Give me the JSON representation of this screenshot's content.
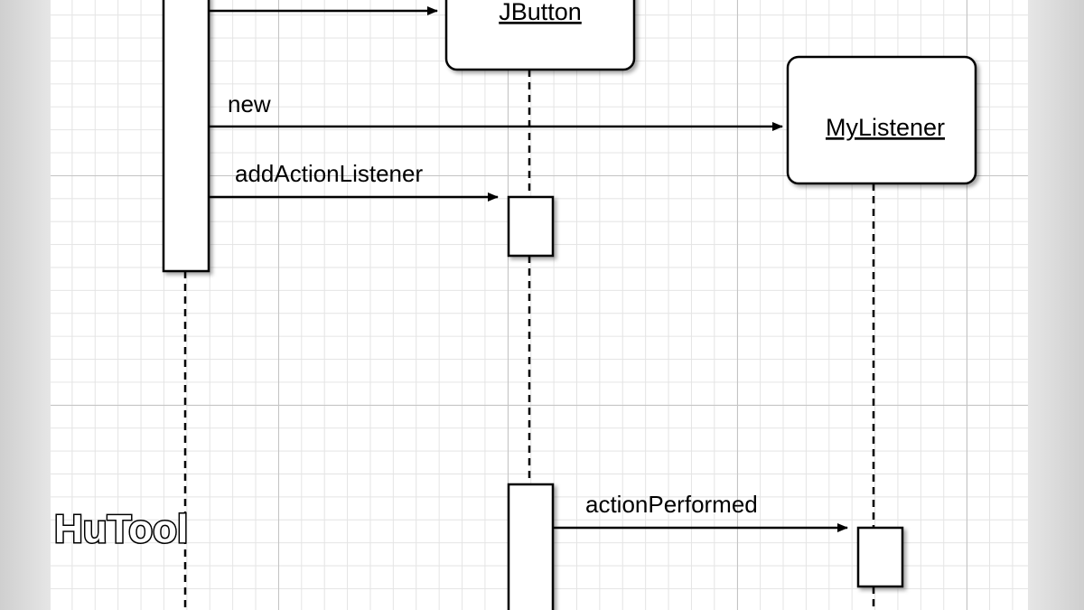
{
  "objects": [
    {
      "id": "jbutton",
      "label": "JButton"
    },
    {
      "id": "mylistener",
      "label": "MyListener"
    }
  ],
  "messages": [
    {
      "id": "msg-new",
      "label": "new"
    },
    {
      "id": "msg-add",
      "label": "addActionListener"
    },
    {
      "id": "msg-action",
      "label": "actionPerformed"
    }
  ],
  "watermark": {
    "text": "HuTool"
  },
  "colors": {
    "grid_major": "#c4c4c4",
    "grid_minor": "#e4e4e4",
    "line": "#000000",
    "box_fill": "#ffffff"
  }
}
